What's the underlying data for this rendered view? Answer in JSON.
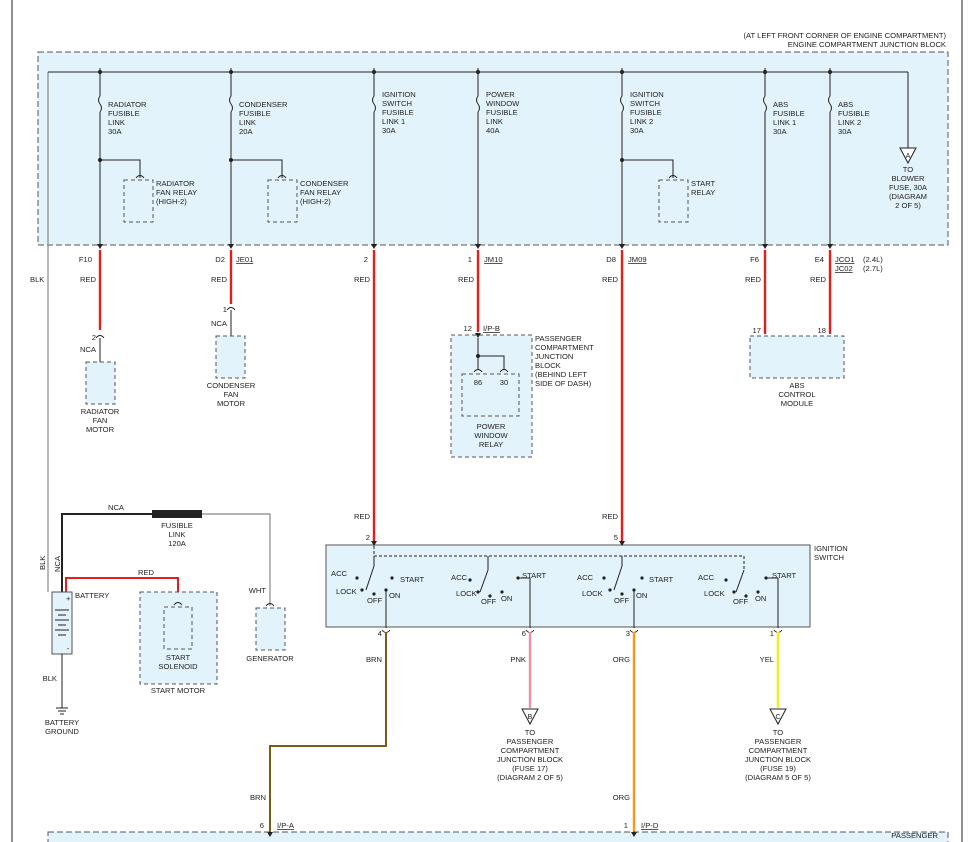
{
  "header": {
    "location_note": "(AT LEFT FRONT CORNER OF ENGINE COMPARTMENT)",
    "block_name": "ENGINE COMPARTMENT JUNCTION BLOCK"
  },
  "fusible_links": [
    {
      "l1": "RADIATOR",
      "l2": "FUSIBLE",
      "l3": "LINK",
      "l4": "30A"
    },
    {
      "l1": "CONDENSER",
      "l2": "FUSIBLE",
      "l3": "LINK",
      "l4": "20A"
    },
    {
      "l1": "IGNITION",
      "l2": "SWITCH",
      "l3": "FUSIBLE",
      "l4": "LINK 1",
      "l5": "30A"
    },
    {
      "l1": "POWER",
      "l2": "WINDOW",
      "l3": "FUSIBLE",
      "l4": "LINK",
      "l5": "40A"
    },
    {
      "l1": "IGNITION",
      "l2": "SWITCH",
      "l3": "FUSIBLE",
      "l4": "LINK 2",
      "l5": "30A"
    },
    {
      "l1": "ABS",
      "l2": "FUSIBLE",
      "l3": "LINK 1",
      "l4": "30A"
    },
    {
      "l1": "ABS",
      "l2": "FUSIBLE",
      "l3": "LINK 2",
      "l4": "30A"
    }
  ],
  "relays": {
    "radiator": {
      "l1": "RADIATOR",
      "l2": "FAN RELAY",
      "l3": "(HIGH-2)"
    },
    "condenser": {
      "l1": "CONDENSER",
      "l2": "FAN RELAY",
      "l3": "(HIGH-2)"
    },
    "start": {
      "l1": "START",
      "l2": "RELAY"
    }
  },
  "blower_ref": {
    "letter": "A",
    "l1": "TO",
    "l2": "BLOWER",
    "l3": "FUSE, 30A",
    "l4": "(DIAGRAM",
    "l5": "2 OF 5)"
  },
  "pins": {
    "f10": "F10",
    "d2": "D2",
    "je01": "JE01",
    "p2": "2",
    "p1": "1",
    "jm10": "JM10",
    "d8": "D8",
    "jm09": "JM09",
    "f6": "F6",
    "e4": "E4",
    "jco1": "JCO1",
    "jc02": "JC02",
    "v24": "(2.4L)",
    "v27": "(2.7L)",
    "rad_pin": "2",
    "cond_pin": "1",
    "ipb_pin": "12",
    "ipb": "I/P-B",
    "abs17": "17",
    "abs18": "18",
    "sw2": "2",
    "sw5": "5",
    "sw4": "4",
    "sw6": "6",
    "sw3": "3",
    "sw1": "1",
    "ipa_pin": "6",
    "ipa": "I/P-A",
    "ipd_pin": "1",
    "ipd": "I/P-D"
  },
  "wires": {
    "blk": "BLK",
    "red": "RED",
    "nca": "NCA",
    "wht": "WHT",
    "brn": "BRN",
    "pnk": "PNK",
    "org": "ORG",
    "yel": "YEL"
  },
  "components": {
    "radiator_motor": {
      "l1": "RADIATOR",
      "l2": "FAN",
      "l3": "MOTOR"
    },
    "condenser_motor": {
      "l1": "CONDENSER",
      "l2": "FAN",
      "l3": "MOTOR"
    },
    "pcjb": {
      "l1": "PASSENGER",
      "l2": "COMPARTMENT",
      "l3": "JUNCTION",
      "l4": "BLOCK",
      "l5": "(BEHIND LEFT",
      "l6": "SIDE OF DASH)"
    },
    "pw_relay": {
      "p86": "86",
      "p30": "30",
      "l1": "POWER",
      "l2": "WINDOW",
      "l3": "RELAY"
    },
    "abs_module": {
      "l1": "ABS",
      "l2": "CONTROL",
      "l3": "MODULE"
    },
    "fusible_120": {
      "l1": "FUSIBLE",
      "l2": "LINK",
      "l3": "120A"
    },
    "battery": "BATTERY",
    "battery_ground": {
      "l1": "BATTERY",
      "l2": "GROUND"
    },
    "start_solenoid": {
      "l1": "START",
      "l2": "SOLENOID"
    },
    "start_motor": "START MOTOR",
    "generator": "GENERATOR",
    "ignition_switch": {
      "l1": "IGNITION",
      "l2": "SWITCH"
    }
  },
  "switch_positions": {
    "acc": "ACC",
    "lock": "LOCK",
    "off": "OFF",
    "on": "ON",
    "start": "START"
  },
  "refs": {
    "b": {
      "letter": "B",
      "l1": "TO",
      "l2": "PASSENGER",
      "l3": "COMPARTMENT",
      "l4": "JUNCTION BLOCK",
      "l5": "(FUSE 17)",
      "l6": "(DIAGRAM 2 OF 5)"
    },
    "c": {
      "letter": "C",
      "l1": "TO",
      "l2": "PASSENGER",
      "l3": "COMPARTMENT",
      "l4": "JUNCTION BLOCK",
      "l5": "(FUSE 19)",
      "l6": "(DIAGRAM 5 OF 5)"
    }
  },
  "bottom": {
    "passenger": "PASSENGER"
  },
  "colors": {
    "red": "#e02020",
    "brown": "#7a5a14",
    "pink": "#ee8fa8",
    "orange": "#f39a1e",
    "yellow": "#f2ec2a",
    "box_fill": "#e3f3fb"
  }
}
